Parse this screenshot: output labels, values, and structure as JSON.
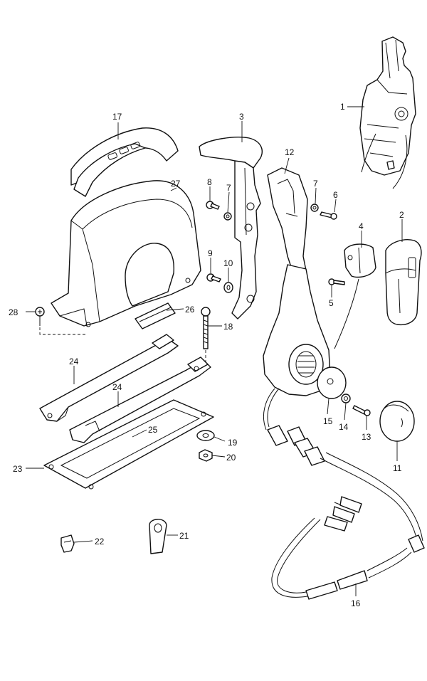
{
  "diagram": {
    "callouts": [
      {
        "id": "c1",
        "label": "1"
      },
      {
        "id": "c2",
        "label": "2"
      },
      {
        "id": "c3",
        "label": "3"
      },
      {
        "id": "c4",
        "label": "4"
      },
      {
        "id": "c5",
        "label": "5"
      },
      {
        "id": "c6",
        "label": "6"
      },
      {
        "id": "c7a",
        "label": "7"
      },
      {
        "id": "c7b",
        "label": "7"
      },
      {
        "id": "c8",
        "label": "8"
      },
      {
        "id": "c9",
        "label": "9"
      },
      {
        "id": "c10",
        "label": "10"
      },
      {
        "id": "c11",
        "label": "11"
      },
      {
        "id": "c12",
        "label": "12"
      },
      {
        "id": "c13",
        "label": "13"
      },
      {
        "id": "c14",
        "label": "14"
      },
      {
        "id": "c15",
        "label": "15"
      },
      {
        "id": "c16",
        "label": "16"
      },
      {
        "id": "c17",
        "label": "17"
      },
      {
        "id": "c18",
        "label": "18"
      },
      {
        "id": "c19",
        "label": "19"
      },
      {
        "id": "c20",
        "label": "20"
      },
      {
        "id": "c21",
        "label": "21"
      },
      {
        "id": "c22",
        "label": "22"
      },
      {
        "id": "c23",
        "label": "23"
      },
      {
        "id": "c24a",
        "label": "24"
      },
      {
        "id": "c24b",
        "label": "24"
      },
      {
        "id": "c25",
        "label": "25"
      },
      {
        "id": "c26",
        "label": "26"
      },
      {
        "id": "c27",
        "label": "27"
      },
      {
        "id": "c28",
        "label": "28"
      }
    ]
  }
}
